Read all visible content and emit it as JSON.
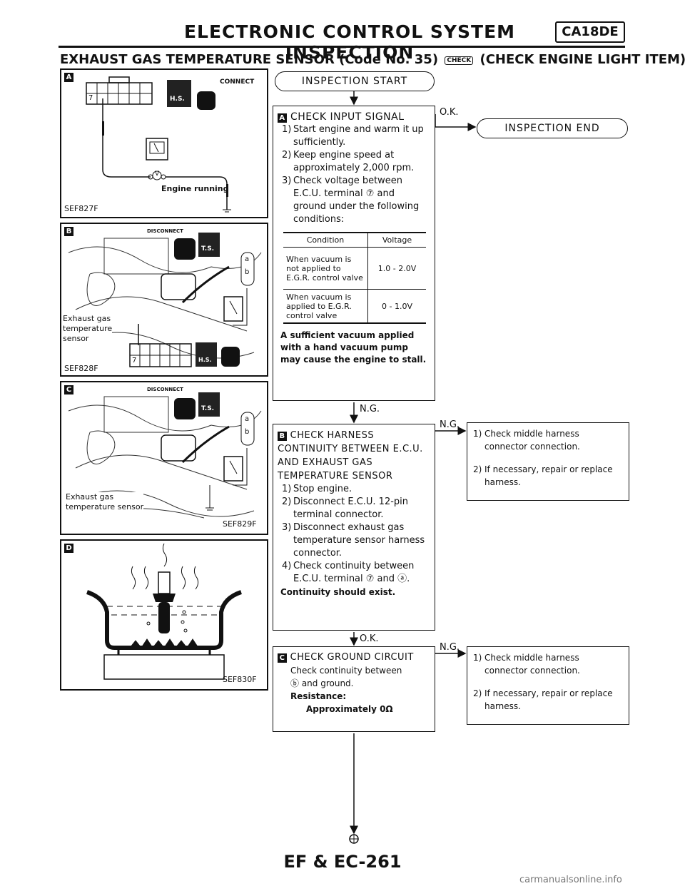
{
  "header": {
    "title": "ELECTRONIC CONTROL SYSTEM INSPECTION",
    "badge": "CA18DE",
    "subtitle_left": "EXHAUST GAS TEMPERATURE SENSOR (Code No. 35)",
    "check_icon_text": "CHECK",
    "subtitle_right": "(CHECK ENGINE LIGHT ITEM)"
  },
  "panels": {
    "a": {
      "label": "A",
      "connect": "CONNECT",
      "hs": "H.S.",
      "pin": "7",
      "meter_sym": "V",
      "caption": "Engine running",
      "code": "SEF827F"
    },
    "b": {
      "label": "B",
      "disconnect": "DISCONNECT",
      "ts": "T.S.",
      "hs": "H.S.",
      "pin": "7",
      "sensor": [
        "Exhaust gas",
        "temperature",
        "sensor"
      ],
      "pin_a": "a",
      "pin_b": "b",
      "code": "SEF828F"
    },
    "c": {
      "label": "C",
      "disconnect": "DISCONNECT",
      "ts": "T.S.",
      "sensor": [
        "Exhaust gas",
        "temperature sensor"
      ],
      "pin_a": "a",
      "pin_b": "b",
      "code": "SEF829F"
    },
    "d": {
      "label": "D",
      "code": "SEF830F"
    }
  },
  "flow": {
    "start": "INSPECTION START",
    "end": "INSPECTION END",
    "ok": "O.K.",
    "ng": "N.G.",
    "step_a": {
      "label": "A",
      "title": "CHECK INPUT SIGNAL",
      "steps": [
        {
          "n": "1)",
          "t": "Start engine and warm it up sufficiently."
        },
        {
          "n": "2)",
          "t": "Keep engine speed at approximately 2,000 rpm."
        },
        {
          "n": "3)",
          "t": "Check voltage between E.C.U. terminal ⑦ and ground under the following conditions:"
        }
      ],
      "table": {
        "headers": [
          "Condition",
          "Voltage"
        ],
        "rows": [
          [
            "When vacuum is not applied to E.G.R. control valve",
            "1.0 - 2.0V"
          ],
          [
            "When vacuum is applied to E.G.R. control valve",
            "0 - 1.0V"
          ]
        ]
      },
      "note": "A sufficient vacuum applied with a hand vacuum pump may cause the engine to stall."
    },
    "step_b": {
      "label": "B",
      "title": "CHECK HARNESS CONTINUITY BETWEEN E.C.U. AND EXHAUST GAS TEMPERATURE SENSOR",
      "steps": [
        {
          "n": "1)",
          "t": "Stop engine."
        },
        {
          "n": "2)",
          "t": "Disconnect E.C.U. 12-pin terminal connector."
        },
        {
          "n": "3)",
          "t": "Disconnect exhaust gas temperature sensor harness connector."
        },
        {
          "n": "4)",
          "t": "Check continuity between E.C.U. terminal ⑦ and ⓐ."
        }
      ],
      "note": "Continuity should exist."
    },
    "step_c": {
      "label": "C",
      "title": "CHECK GROUND CIRCUIT",
      "line1": "Check continuity between",
      "line2": "ⓑ and ground.",
      "res_label": "Resistance:",
      "res_value": "Approximately 0Ω"
    },
    "action_1": {
      "steps": [
        {
          "n": "1)",
          "t": "Check middle harness connector connection."
        },
        {
          "n": "2)",
          "t": "If necessary, repair or replace harness."
        }
      ]
    },
    "action_2": {
      "steps": [
        {
          "n": "1)",
          "t": "Check middle harness connector connection."
        },
        {
          "n": "2)",
          "t": "If necessary, repair or replace harness."
        }
      ]
    }
  },
  "footer": "EF & EC-261",
  "watermark": "carmanualsonline.info"
}
